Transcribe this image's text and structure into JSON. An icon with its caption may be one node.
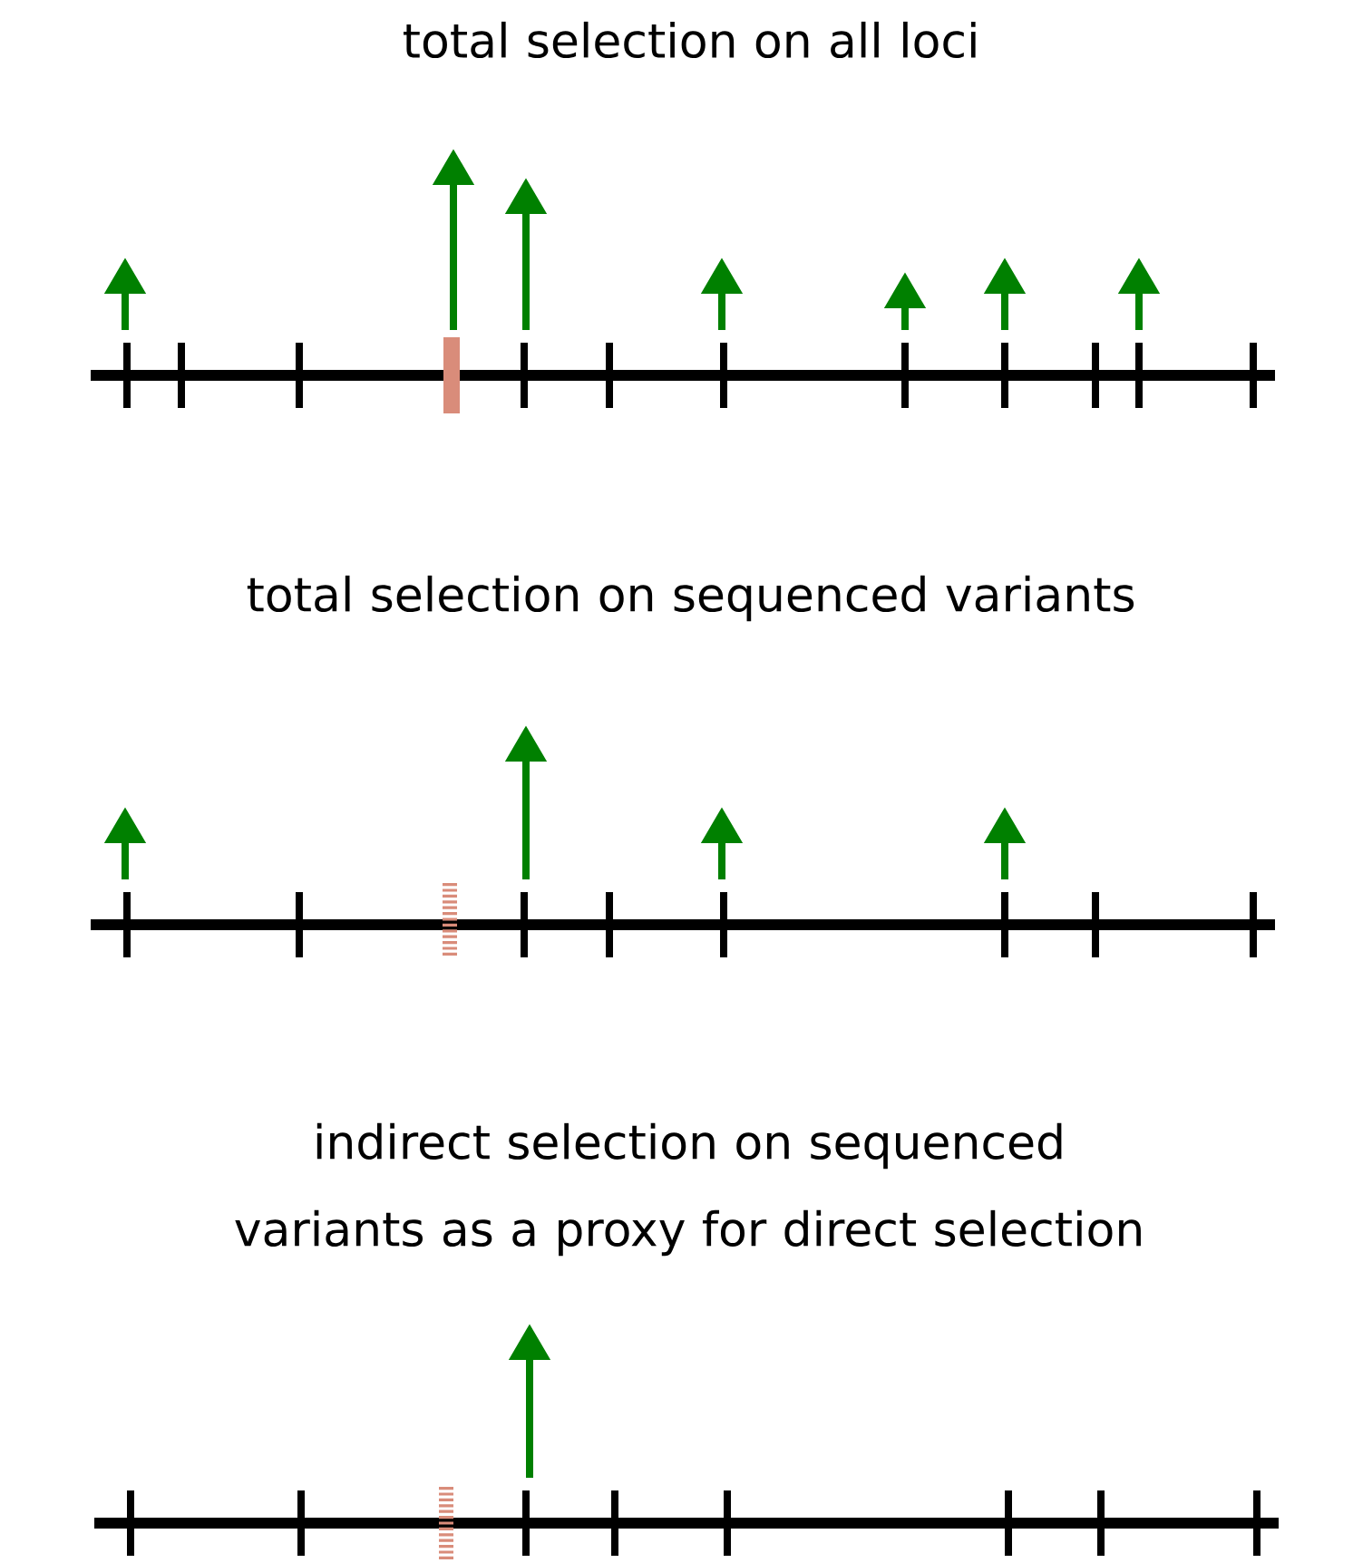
{
  "diagram": {
    "labels": [
      "total selection on all loci",
      "total selection on sequenced variants",
      "indirect selection on sequenced variants as a proxy for direct selection"
    ]
  }
}
